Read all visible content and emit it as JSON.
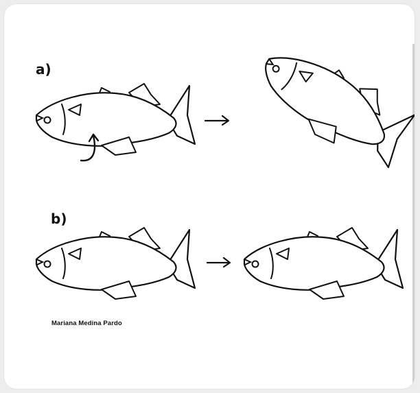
{
  "panels": [
    {
      "label": "a)"
    },
    {
      "label": "b)"
    }
  ],
  "credit": "Mariana Medina Pardo",
  "colors": {
    "ink": "#111111",
    "card": "#ffffff",
    "background": "#ededed"
  }
}
